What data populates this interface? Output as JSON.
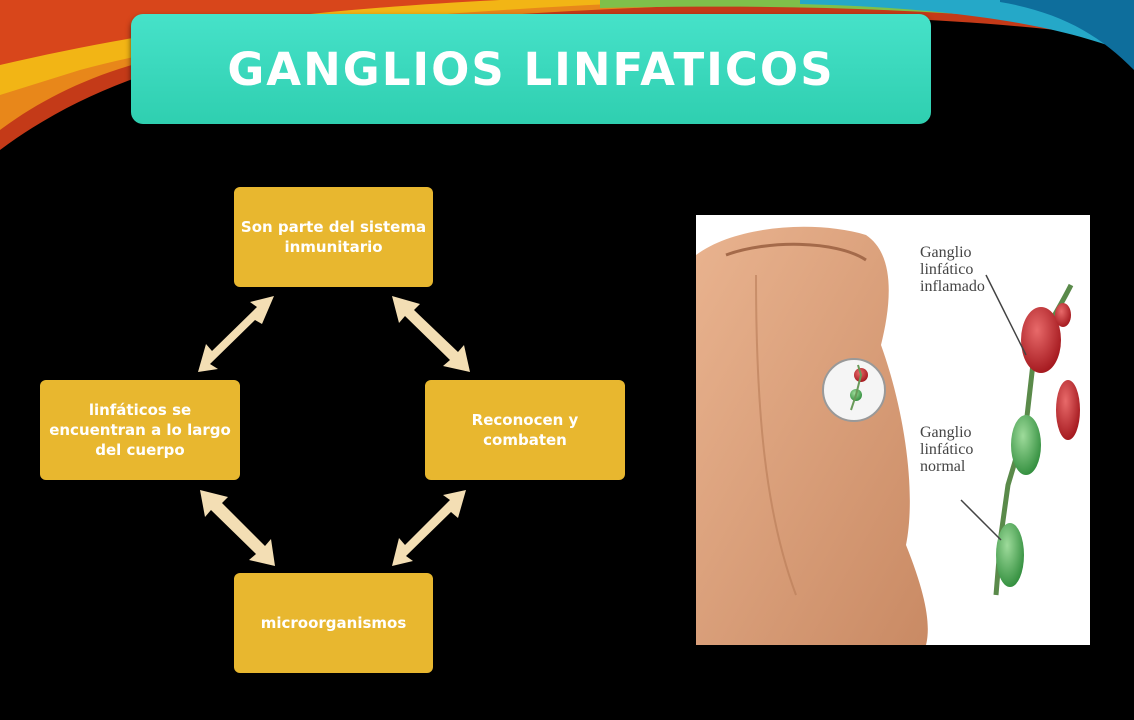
{
  "title": "GANGLIOS LINFATICOS",
  "cycle": {
    "top": "Son parte del sistema inmunitario",
    "right": "Reconocen y combaten",
    "bottom": "microorganismos",
    "left": "linfáticos se encuentran a lo largo del cuerpo"
  },
  "illustration": {
    "label_inflamed_1": "Ganglio",
    "label_inflamed_2": "linfático",
    "label_inflamed_3": "inflamado",
    "label_normal_1": "Ganglio",
    "label_normal_2": "linfático",
    "label_normal_3": "normal"
  },
  "colors": {
    "title_bg": "#3dd8be",
    "node_fill": "#e8b72f",
    "arrow_fill": "#f3deb4",
    "background": "#000000"
  }
}
